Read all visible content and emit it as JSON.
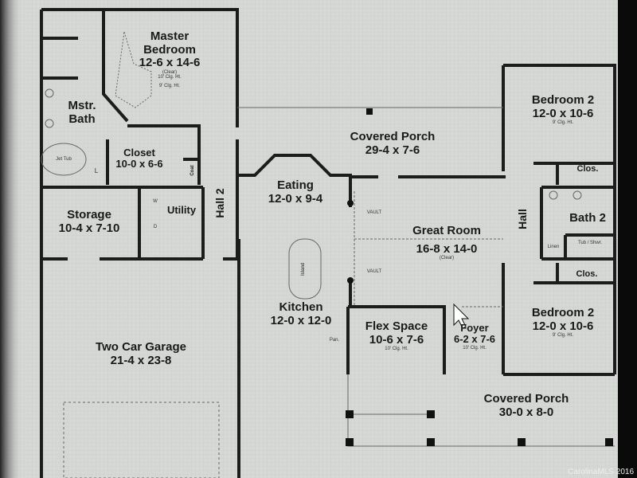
{
  "rooms": {
    "master_bedroom": {
      "name1": "Master",
      "name2": "Bedroom",
      "dims": "12-6 x 14-6",
      "note": "(Clear)",
      "ceiling1": "10' Clg. Ht.",
      "ceiling2": "9' Clg. Ht."
    },
    "master_bath": {
      "name1": "Mstr.",
      "name2": "Bath",
      "tub": "Jet Tub",
      "toilet": "L"
    },
    "closet": {
      "name": "Closet",
      "dims": "10-0 x 6-6",
      "coat": "Coat"
    },
    "storage": {
      "name": "Storage",
      "dims": "10-4 x 7-10"
    },
    "utility": {
      "name": "Utility",
      "washer": "W",
      "dryer": "D"
    },
    "hall2": {
      "name": "Hall 2"
    },
    "garage": {
      "name": "Two Car Garage",
      "dims": "21-4 x 23-8"
    },
    "covered_porch_rear": {
      "name": "Covered Porch",
      "dims": "29-4 x 7-6"
    },
    "eating": {
      "name": "Eating",
      "dims": "12-0 x 9-4"
    },
    "kitchen": {
      "name": "Kitchen",
      "dims": "12-0 x 12-0",
      "pantry": "Pan.",
      "island": "Island"
    },
    "great_room": {
      "name": "Great Room",
      "dims": "16-8 x 14-0",
      "note": "(Clear)",
      "vault": "VAULT"
    },
    "flex_space": {
      "name": "Flex Space",
      "dims": "10-6 x 7-6",
      "ceiling": "10' Clg. Ht."
    },
    "foyer": {
      "name": "Foyer",
      "dims": "6-2 x 7-6",
      "ceiling": "10' Clg. Ht."
    },
    "bedroom_2_top": {
      "name": "Bedroom 2",
      "dims": "12-0 x 10-6",
      "ceiling": "9' Clg. Ht."
    },
    "bedroom_2_bottom": {
      "name": "Bedroom 2",
      "dims": "12-0 x 10-6",
      "ceiling": "9' Clg. Ht."
    },
    "hall": {
      "name": "Hall"
    },
    "bath2": {
      "name": "Bath 2",
      "linen": "Linen",
      "tub": "Tub / Shwr."
    },
    "clos_top": {
      "name": "Clos."
    },
    "clos_bottom": {
      "name": "Clos."
    },
    "covered_porch_front": {
      "name": "Covered Porch",
      "dims": "30-0 x 8-0"
    }
  },
  "watermark": "CarolinaMLS 2016",
  "colors": {
    "paper": "#d6d8d6",
    "wall": "#1c1c1c",
    "screen_edge": "#0a0a0a"
  }
}
